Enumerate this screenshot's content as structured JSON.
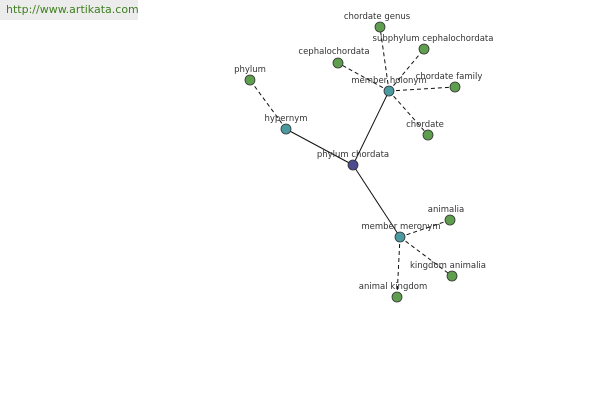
{
  "site": {
    "url_text": "http://www.artikata.com"
  },
  "colors": {
    "center": "#4b4b8f",
    "relation": "#4a9aa0",
    "term": "#5e9e4e",
    "node_stroke": "#333333",
    "edge": "#111111",
    "banner_text": "#3f7f1f"
  },
  "graph": {
    "center": {
      "id": "center",
      "label": "phylum chordata"
    },
    "relations": [
      {
        "id": "hypernym",
        "label": "hypernym"
      },
      {
        "id": "holonym",
        "label": "member holonym"
      },
      {
        "id": "meronym",
        "label": "member meronym"
      }
    ],
    "terms": [
      {
        "id": "phylum",
        "label": "phylum",
        "relation": "hypernym"
      },
      {
        "id": "chordate_genus",
        "label": "chordate genus",
        "relation": "holonym"
      },
      {
        "id": "subphylum_cephalochordata",
        "label": "subphylum cephalochordata",
        "relation": "holonym"
      },
      {
        "id": "cephalochordata",
        "label": "cephalochordata",
        "relation": "holonym"
      },
      {
        "id": "chordate_family",
        "label": "chordate family",
        "relation": "holonym"
      },
      {
        "id": "chordate",
        "label": "chordate",
        "relation": "holonym"
      },
      {
        "id": "animalia",
        "label": "animalia",
        "relation": "meronym"
      },
      {
        "id": "kingdom_animalia",
        "label": "kingdom animalia",
        "relation": "meronym"
      },
      {
        "id": "animal_kingdom",
        "label": "animal kingdom",
        "relation": "meronym"
      }
    ]
  }
}
